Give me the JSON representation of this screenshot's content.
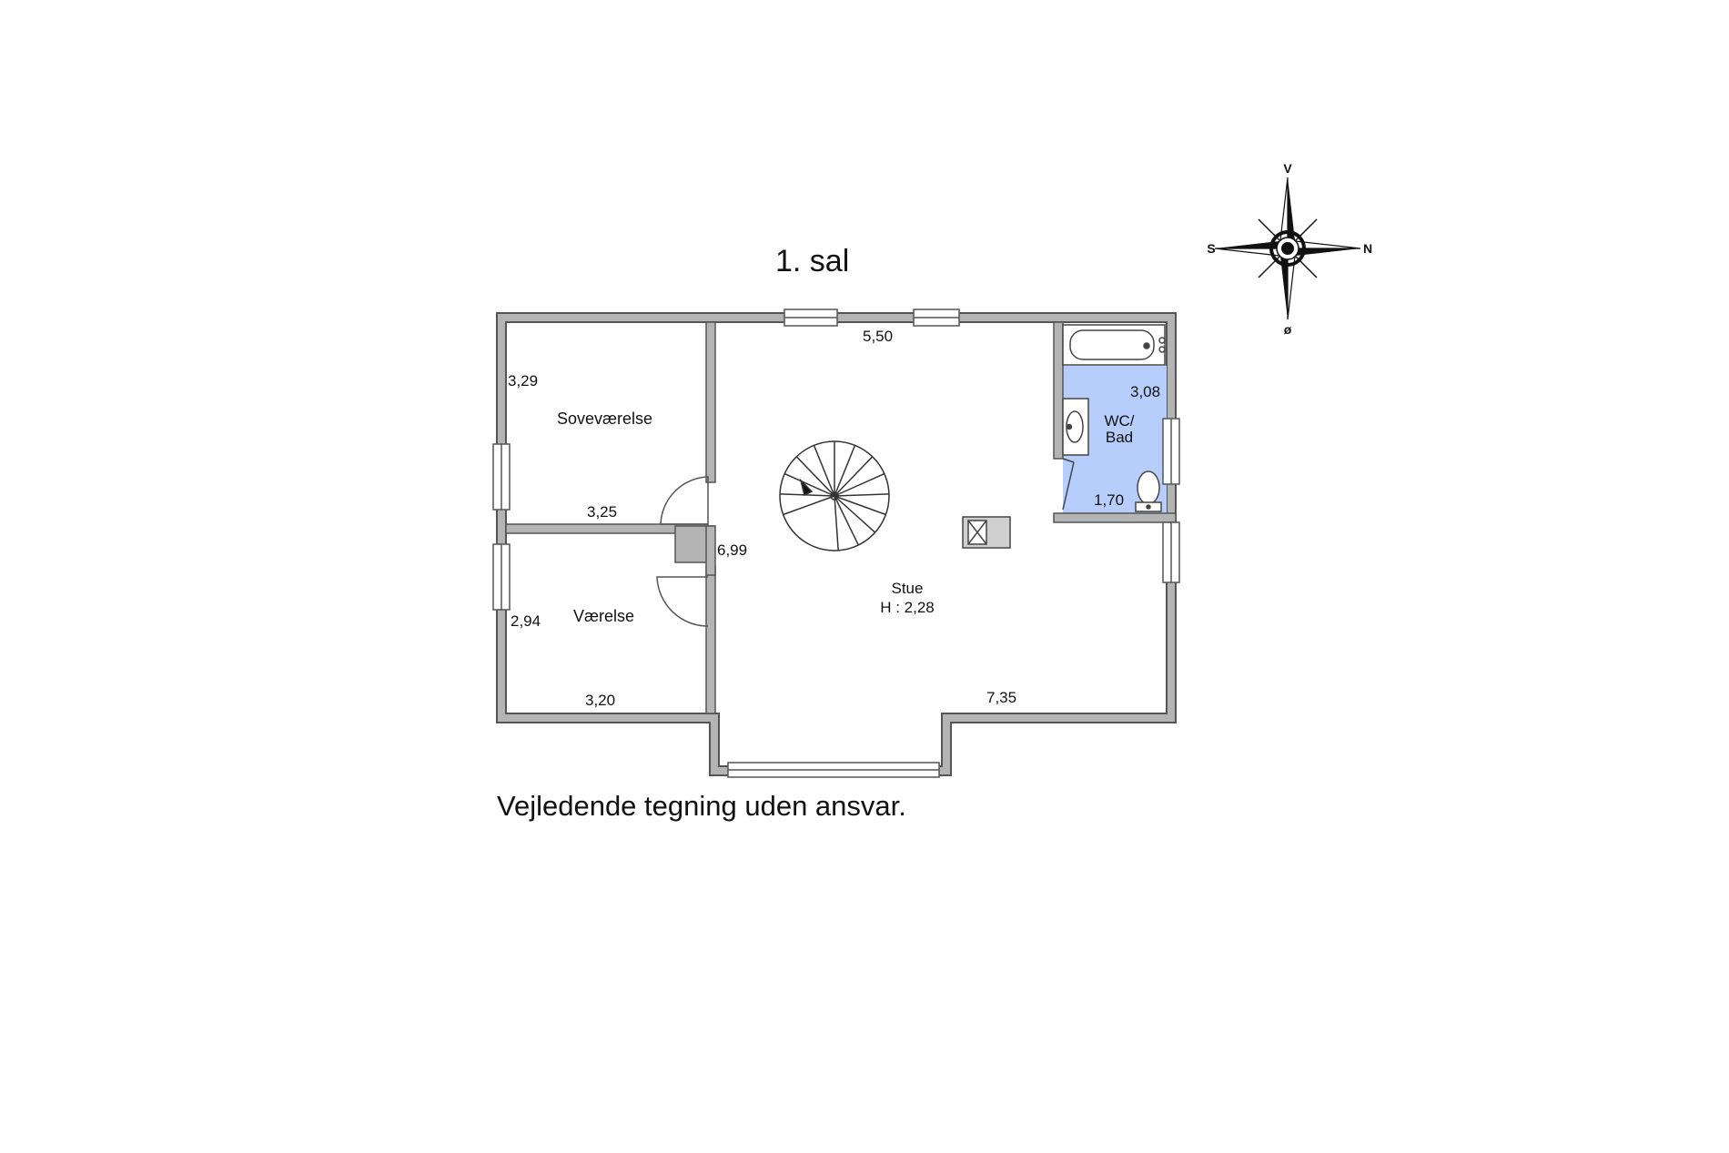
{
  "title": "1. sal",
  "disclaimer": "Vejledende tegning uden ansvar.",
  "compass": {
    "top": "V",
    "left": "S",
    "right": "N",
    "bottom": "ø"
  },
  "rooms": {
    "bedroom": {
      "name": "Soveværelse",
      "dim_height": "3,29",
      "dim_width": "3,25"
    },
    "room": {
      "name": "Værelse",
      "dim_height": "2,94",
      "dim_width": "3,20"
    },
    "living": {
      "name": "Stue",
      "ceiling": "H : 2,28",
      "dim_top": "5,50",
      "dim_side": "6,99",
      "dim_bottom": "7,35"
    },
    "bath": {
      "name_line1": "WC/",
      "name_line2": "Bad",
      "dim_height": "3,08",
      "dim_width": "1,70"
    }
  },
  "colors": {
    "wall": "#b4b4b4",
    "wall_stroke": "#555555",
    "bath_floor": "#b7cdfb"
  }
}
